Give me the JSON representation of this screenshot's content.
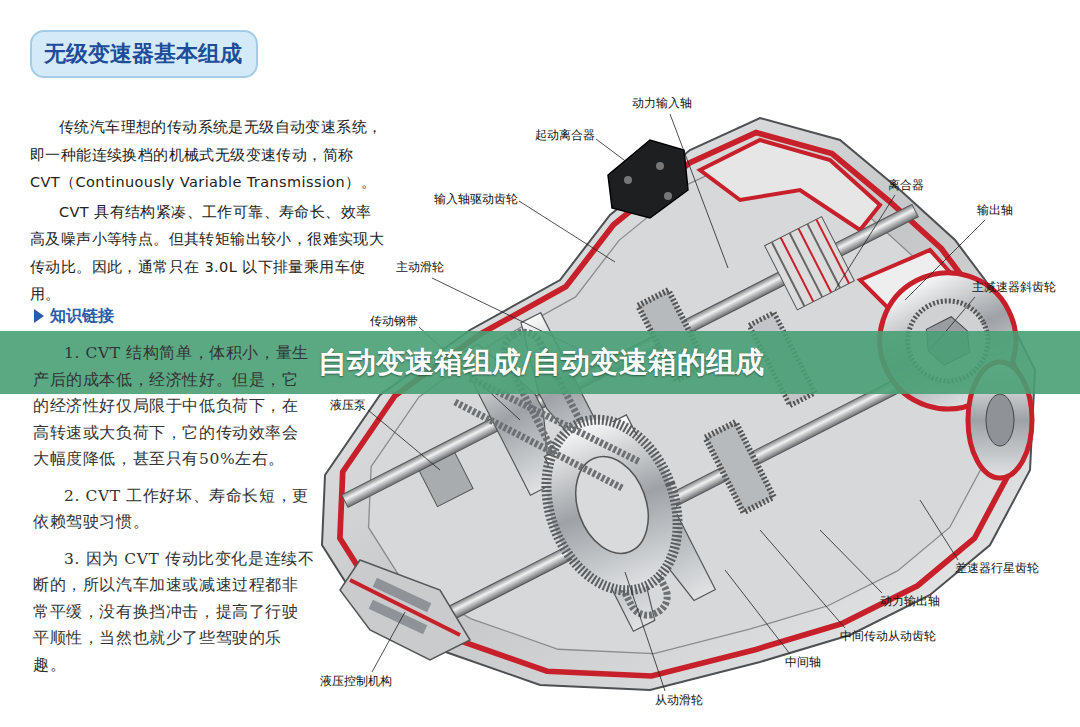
{
  "diagram": {
    "title": "无级变速器基本组成",
    "nodes": [
      {
        "text": [
          "自动变速箱组成/自动变速箱的组成"
        ]
      }
    ],
    "labels": [
      "传统汽车理想的传动系统是无级自动变速系统，即一种能连续换档的机械式无级变速传动，简称 CVT（Continuously Variable Transmission）。",
      "CVT 具有结构紧凑、工作可靠、寿命长、效率高及噪声小等特点。但其转矩输出较小，很难实现大传动比。因此，通常只在 3.0L 以下排量乘用车使用。",
      "知识链接",
      "1. CVT 结构简单，体积小，量生产后的成本低，经济性好。但是，它的经济性好仅局限于中低负荷下，在高转速或大负荷下，它的传动效率会大幅度降低，甚至只有50%左右。",
      "2. CVT 工作好坏、寿命长短，更依赖驾驶习惯。",
      "3. 因为 CVT 传动比变化是连续不断的，所以汽车加速或减速过程都非常平缓，没有换挡冲击，提高了行驶平顺性，当然也就少了些驾驶的乐趣。",
      "动力输入轴",
      "起动离合器",
      "输入轴驱动齿轮",
      "离合器",
      "输出轴",
      "主动滑轮",
      "主减速器斜齿轮",
      "传动钢带",
      "液压泵",
      "差速器行星齿轮",
      "动力输出轴",
      "中间传动从动齿轮",
      "中间轴",
      "液压控制机构",
      "从动滑轮"
    ]
  }
}
